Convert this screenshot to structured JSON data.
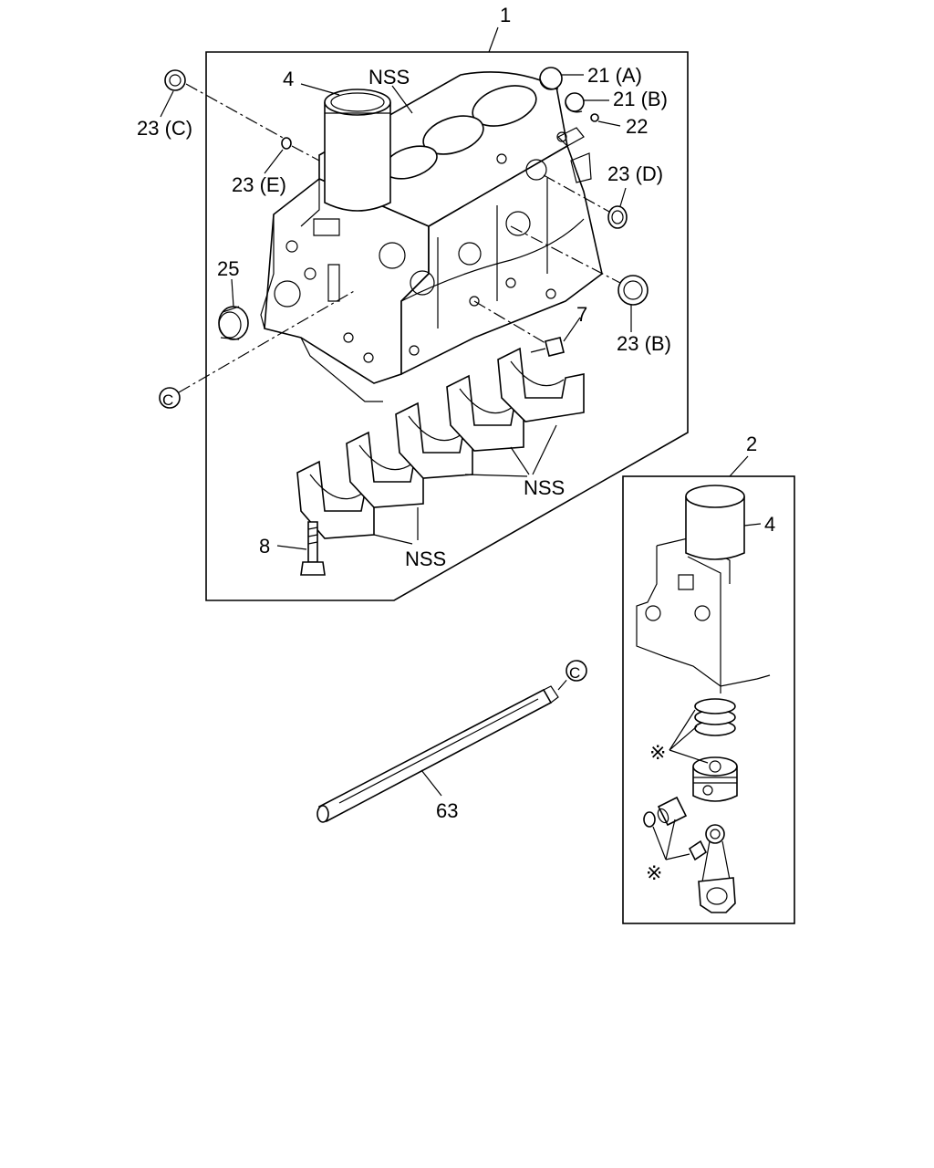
{
  "diagram": {
    "callouts": {
      "main_assembly": "1",
      "sub_assembly": "2",
      "liner": "4",
      "liner_sub": "4",
      "bolt_7": "7",
      "bolt_8": "8",
      "plug_21a": "21 (A)",
      "plug_21b": "21 (B)",
      "plug_22": "22",
      "seal_23b": "23 (B)",
      "seal_23c": "23 (C)",
      "seal_23d": "23 (D)",
      "seal_23e": "23 (E)",
      "bushing_25": "25",
      "pipe_63": "63",
      "nss_top": "NSS",
      "nss_caps_upper": "NSS",
      "nss_caps_lower": "NSS",
      "ref_c_left": "C",
      "ref_c_right": "C",
      "asterisk_upper": "※",
      "asterisk_lower": "※"
    }
  }
}
